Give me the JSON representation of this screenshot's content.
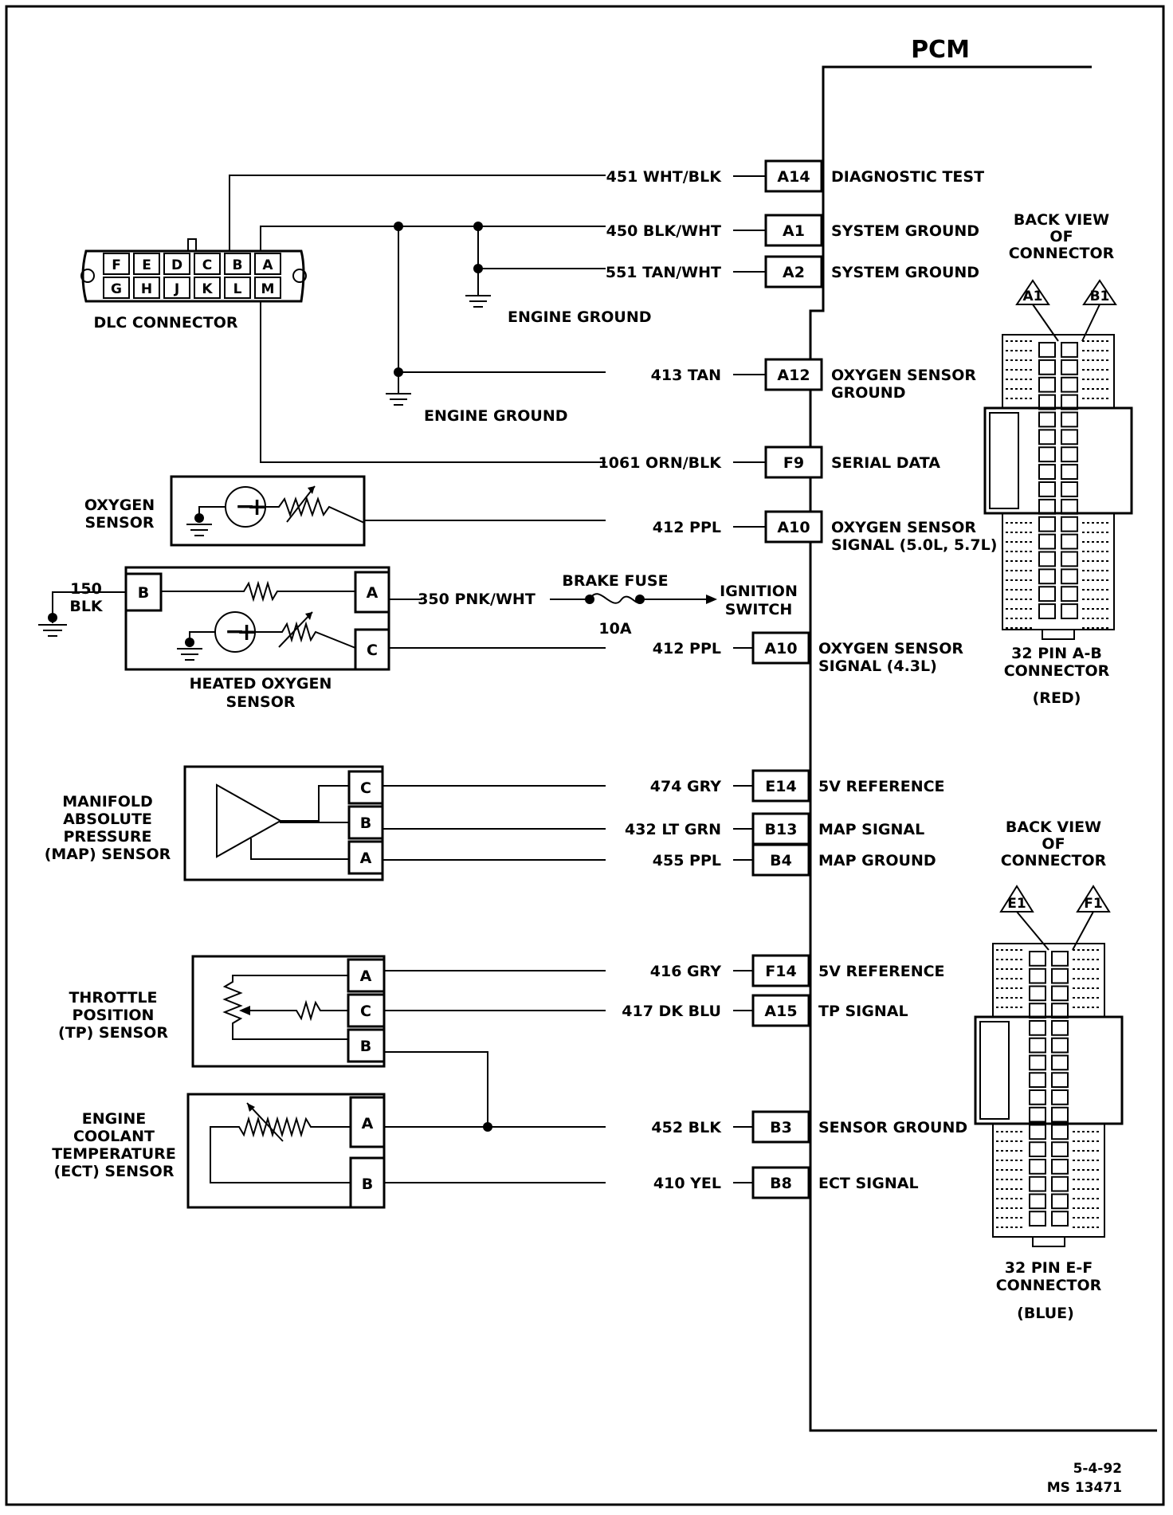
{
  "pcm": {
    "title": "PCM"
  },
  "dlc": {
    "label": "DLC CONNECTOR",
    "top_pins": [
      "F",
      "E",
      "D",
      "C",
      "B",
      "A"
    ],
    "bottom_pins": [
      "G",
      "H",
      "J",
      "K",
      "L",
      "M"
    ]
  },
  "circuits": [
    {
      "wire": "451 WHT/BLK",
      "pin": "A14",
      "function": [
        "DIAGNOSTIC TEST"
      ]
    },
    {
      "wire": "450 BLK/WHT",
      "pin": "A1",
      "function": [
        "SYSTEM GROUND"
      ]
    },
    {
      "wire": "551 TAN/WHT",
      "pin": "A2",
      "function": [
        "SYSTEM GROUND"
      ]
    },
    {
      "wire": "413 TAN",
      "pin": "A12",
      "function": [
        "OXYGEN SENSOR",
        "GROUND"
      ]
    },
    {
      "wire": "1061 ORN/BLK",
      "pin": "F9",
      "function": [
        "SERIAL DATA"
      ]
    },
    {
      "wire": "412 PPL",
      "pin": "A10",
      "function": [
        "OXYGEN SENSOR",
        "SIGNAL (5.0L, 5.7L)"
      ]
    },
    {
      "wire": "412 PPL",
      "pin": "A10",
      "function": [
        "OXYGEN SENSOR",
        "SIGNAL (4.3L)"
      ]
    },
    {
      "wire": "474 GRY",
      "pin": "E14",
      "function": [
        "5V REFERENCE"
      ]
    },
    {
      "wire": "432 LT GRN",
      "pin": "B13",
      "function": [
        "MAP SIGNAL"
      ]
    },
    {
      "wire": "455 PPL",
      "pin": "B4",
      "function": [
        "MAP GROUND"
      ]
    },
    {
      "wire": "416 GRY",
      "pin": "F14",
      "function": [
        "5V REFERENCE"
      ]
    },
    {
      "wire": "417 DK BLU",
      "pin": "A15",
      "function": [
        "TP SIGNAL"
      ]
    },
    {
      "wire": "452  BLK",
      "pin": "B3",
      "function": [
        "SENSOR GROUND"
      ]
    },
    {
      "wire": "410  YEL",
      "pin": "B8",
      "function": [
        "ECT SIGNAL"
      ]
    }
  ],
  "grounds": {
    "engine_ground_1": "ENGINE GROUND",
    "engine_ground_2": "ENGINE GROUND"
  },
  "oxygen_sensor": {
    "label": [
      "OXYGEN",
      "SENSOR"
    ]
  },
  "heated_oxygen_sensor": {
    "label": [
      "HEATED OXYGEN",
      "SENSOR"
    ],
    "pins": [
      "B",
      "A",
      "C"
    ],
    "ground_wire": [
      "150",
      "BLK"
    ],
    "supply_wire": "350 PNK/WHT",
    "fuse_label": "BRAKE FUSE",
    "fuse_rating": "10A",
    "ignition_label": [
      "IGNITION",
      "SWITCH"
    ]
  },
  "map_sensor": {
    "label": [
      "MANIFOLD",
      "ABSOLUTE",
      "PRESSURE",
      "(MAP) SENSOR"
    ],
    "pins": [
      "C",
      "B",
      "A"
    ]
  },
  "tp_sensor": {
    "label": [
      "THROTTLE",
      "POSITION",
      "(TP) SENSOR"
    ],
    "pins": [
      "A",
      "C",
      "B"
    ]
  },
  "ect_sensor": {
    "label": [
      "ENGINE",
      "COOLANT",
      "TEMPERATURE",
      "(ECT) SENSOR"
    ],
    "pins": [
      "A",
      "B"
    ]
  },
  "connector_ab": {
    "view_label": [
      "BACK VIEW",
      "OF",
      "CONNECTOR"
    ],
    "pin_tags": [
      "A1",
      "B1"
    ],
    "label": [
      "32 PIN A-B",
      "CONNECTOR"
    ],
    "color": "(RED)"
  },
  "connector_ef": {
    "view_label": [
      "BACK VIEW",
      "OF",
      "CONNECTOR"
    ],
    "pin_tags": [
      "E1",
      "F1"
    ],
    "label": [
      "32 PIN E-F",
      "CONNECTOR"
    ],
    "color": "(BLUE)"
  },
  "footer": {
    "date": "5-4-92",
    "code": "MS 13471"
  }
}
